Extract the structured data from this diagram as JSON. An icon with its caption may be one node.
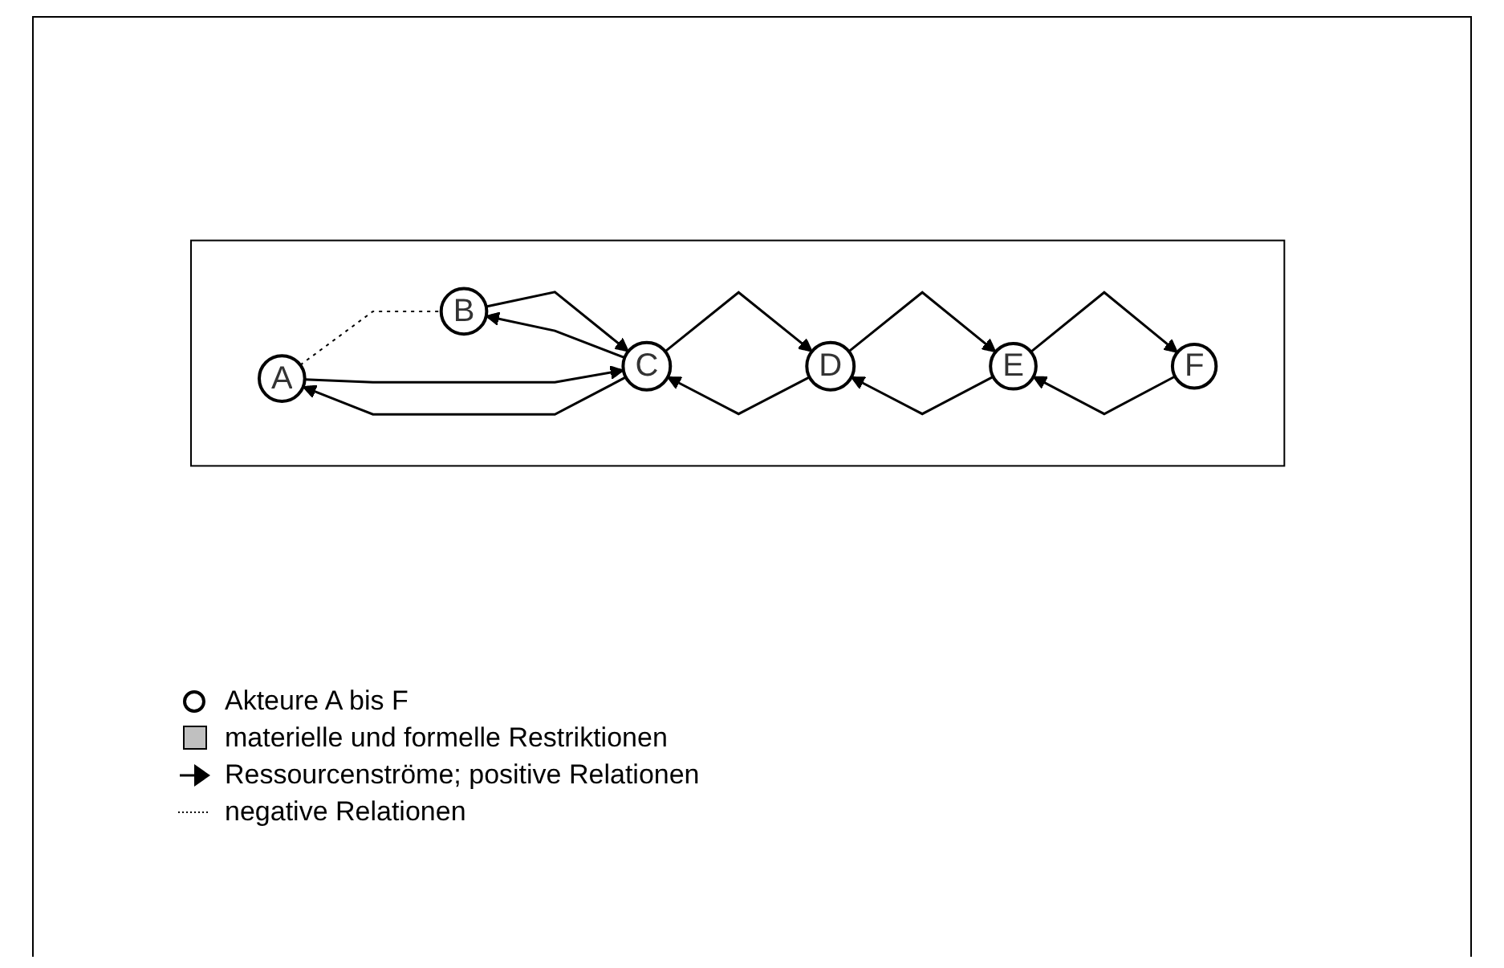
{
  "diagram": {
    "nodes": [
      {
        "text": [],
        "shape": "box"
      },
      {
        "text": [
          "A"
        ],
        "in": 0
      },
      {
        "text": [
          "B"
        ],
        "in": 0
      },
      {
        "text": [
          "C"
        ],
        "in": 0
      },
      {
        "text": [
          "D"
        ],
        "in": 0
      },
      {
        "text": [
          "E"
        ],
        "in": 0
      },
      {
        "text": [
          "F"
        ],
        "in": 0
      }
    ],
    "edges": [
      {
        "from": 1,
        "to": 2,
        "arrow": "none",
        "style": "dashed"
      },
      {
        "from": 1,
        "to": 3,
        "arrow": "to"
      },
      {
        "from": 3,
        "to": 1,
        "arrow": "to"
      },
      {
        "from": 3,
        "to": 2,
        "arrow": "to"
      },
      {
        "from": 2,
        "to": 3,
        "arrow": "to"
      },
      {
        "from": 4,
        "to": 3,
        "arrow": "to"
      },
      {
        "from": 3,
        "to": 4,
        "arrow": "to"
      },
      {
        "from": 4,
        "to": 5,
        "arrow": "to"
      },
      {
        "from": 5,
        "to": 4,
        "arrow": "to"
      },
      {
        "from": 6,
        "to": 5,
        "arrow": "to"
      },
      {
        "from": 5,
        "to": 6,
        "arrow": "to"
      }
    ],
    "legend": [
      {
        "text": "Akteure A bis F"
      },
      {
        "text": "materielle und formelle Restriktionen",
        "color": "#c0c0c0"
      },
      {
        "text": "Ressourcenströme; positive Relationen"
      },
      {
        "text": "negative Relationen"
      }
    ]
  }
}
